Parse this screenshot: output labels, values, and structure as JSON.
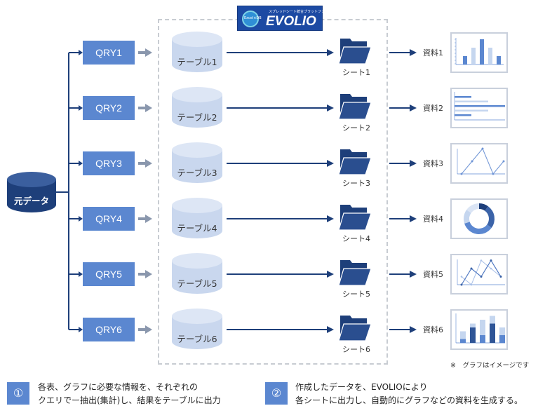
{
  "logo": {
    "tagline": "スプレッドシート統合プラットフォーム エヴォリオ",
    "badge_text": "Excel×DB",
    "name": "EVOLIO"
  },
  "source": {
    "label": "元データ"
  },
  "queries": [
    {
      "label": "QRY1"
    },
    {
      "label": "QRY2"
    },
    {
      "label": "QRY3"
    },
    {
      "label": "QRY4"
    },
    {
      "label": "QRY5"
    },
    {
      "label": "QRY6"
    }
  ],
  "tables": [
    {
      "label": "テーブル1"
    },
    {
      "label": "テーブル2"
    },
    {
      "label": "テーブル3"
    },
    {
      "label": "テーブル4"
    },
    {
      "label": "テーブル5"
    },
    {
      "label": "テーブル6"
    }
  ],
  "sheets": [
    {
      "label": "シート1"
    },
    {
      "label": "シート2"
    },
    {
      "label": "シート3"
    },
    {
      "label": "シート4"
    },
    {
      "label": "シート5"
    },
    {
      "label": "シート6"
    }
  ],
  "documents": [
    {
      "label": "資料1",
      "chart": "vertical-bar"
    },
    {
      "label": "資料2",
      "chart": "horizontal-bar"
    },
    {
      "label": "資料3",
      "chart": "line"
    },
    {
      "label": "資料4",
      "chart": "donut"
    },
    {
      "label": "資料5",
      "chart": "multi-line"
    },
    {
      "label": "資料6",
      "chart": "stacked-bar"
    }
  ],
  "note": "※　グラフはイメージです",
  "colors": {
    "dark_blue": "#1e3f7a",
    "mid_blue": "#5b87d0",
    "light_blue": "#c5d6ef",
    "cylinder_light": "#c9d7ee",
    "gray_arrow": "#8a97ad"
  },
  "steps": [
    {
      "number": "①",
      "lines": [
        "各表、グラフに必要な情報を、それぞれの",
        "クエリでー抽出(集計)し、結果をテーブルに出力"
      ]
    },
    {
      "number": "②",
      "lines": [
        "作成したデータを、EVOLIOにより",
        "各シートに出力し、自動的にグラフなどの資料を生成する。"
      ]
    }
  ],
  "thumb_data": {
    "vertical_bar": [
      2,
      4,
      6,
      4,
      2
    ],
    "horizontal_bar": [
      2,
      4,
      6,
      4,
      2
    ],
    "line": [
      10,
      20,
      30,
      10,
      20
    ],
    "donut": [
      10,
      25,
      35,
      15,
      15
    ],
    "multi_line": {
      "a": [
        10,
        30,
        20,
        40,
        20
      ],
      "b": [
        20,
        10,
        40,
        30,
        20
      ]
    },
    "stacked_bar": {
      "base": [
        1,
        4,
        2,
        5,
        2
      ],
      "top": [
        2,
        1,
        4,
        2,
        2
      ]
    }
  }
}
